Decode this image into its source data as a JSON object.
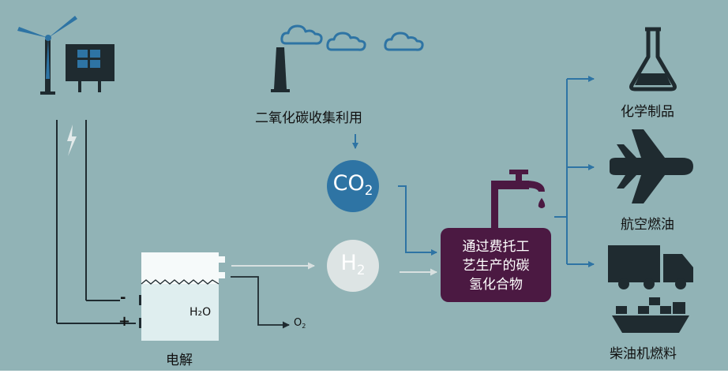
{
  "diagram": {
    "capture_label": "二氧化碳收集利用",
    "co2_label": {
      "base": "CO",
      "sub": "2"
    },
    "h2_label": {
      "base": "H",
      "sub": "2"
    },
    "electrolysis_label": "电解",
    "water_label": "H₂O",
    "o2_label": {
      "base": "O",
      "sub": "2"
    },
    "minus_sign": "-",
    "plus_sign": "+",
    "process_lines": [
      "通过费托工",
      "艺生产的碳",
      "氢化合物"
    ],
    "outputs": [
      "化学制品",
      "航空燃油",
      "柴油机燃料"
    ],
    "icons": [
      "wind-turbine-icon",
      "solar-panel-icon",
      "lightning-icon",
      "factory-chimney-icon",
      "cloud-icon",
      "faucet-icon",
      "flask-icon",
      "airplane-icon",
      "truck-icon",
      "ship-icon"
    ],
    "colors": {
      "background": "#91b3b6",
      "blue": "#2e74a4",
      "purple": "#4b1942",
      "h2_circle": "#dde4e4",
      "electrolysis_tank": "#dfeeef",
      "dark": "#1f2b30",
      "white_arrow": "#d8e0e0"
    }
  }
}
